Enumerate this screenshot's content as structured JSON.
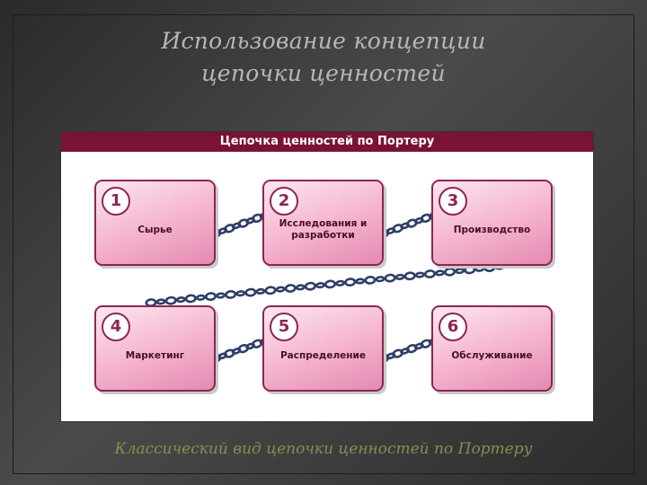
{
  "slide": {
    "title_line1": "Использование концепции",
    "title_line2": "цепочки ценностей",
    "caption": "Классический вид цепочки ценностей по Портеру"
  },
  "diagram": {
    "banner": "Цепочка ценностей по Портеру",
    "stages": [
      {
        "num": "1",
        "label": "Сырье"
      },
      {
        "num": "2",
        "label": "Исследования и разработки"
      },
      {
        "num": "3",
        "label": "Производство"
      },
      {
        "num": "4",
        "label": "Маркетинг"
      },
      {
        "num": "5",
        "label": "Распределение"
      },
      {
        "num": "6",
        "label": "Обслуживание"
      }
    ]
  },
  "colors": {
    "banner": "#7a1238",
    "box_border": "#8d2553",
    "box_fill": "#f4b2cd",
    "chain": "#2e3f66",
    "title_text": "#b7b7b7",
    "caption_text": "#8e8a52"
  }
}
